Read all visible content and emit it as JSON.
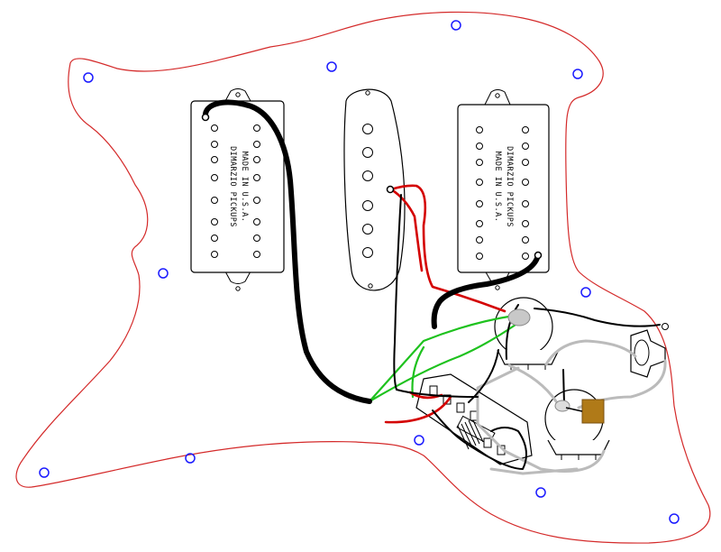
{
  "pickups": {
    "neck": {
      "brand": "DIMARZIO PICKUPS",
      "origin": "MADE IN U.S.A."
    },
    "bridge": {
      "brand": "DIMARZIO PICKUPS",
      "origin": "MADE IN U.S.A."
    }
  },
  "colors": {
    "outline": "#d42a2a",
    "screw": "#1a1aff",
    "ground": "#000000",
    "hot": "#d40000",
    "green": "#1ec21e",
    "shield": "#bbbbbb",
    "capacitor": "#b07a18"
  }
}
